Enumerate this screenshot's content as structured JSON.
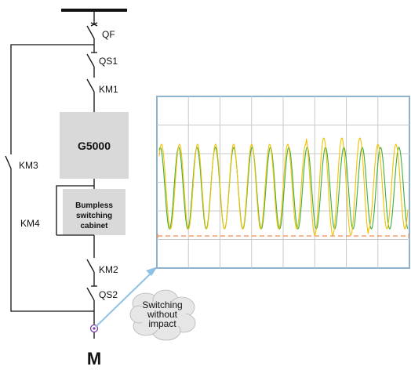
{
  "switches": {
    "qf": "QF",
    "qs1": "QS1",
    "km1": "KM1",
    "km2": "KM2",
    "qs2": "QS2",
    "km3": "KM3",
    "km4": "KM4"
  },
  "blocks": {
    "controller": "G5000",
    "cabinet_line1": "Bumpless",
    "cabinet_line2": "switching",
    "cabinet_line3": "cabinet"
  },
  "callout": {
    "line1": "Switching",
    "line2": "without",
    "line3": "impact"
  },
  "motor": "M",
  "colors": {
    "line": "#111111",
    "block_fill": "#d9d9d9",
    "scope_border": "#8db3cf",
    "scope_grid": "#c9c9c9",
    "wave_green": "#3cae3c",
    "wave_yellow": "#f2c200",
    "reference": "#f08a4b",
    "arrow": "#8fc1e3",
    "cloud_fill": "#e6e6e6"
  }
}
